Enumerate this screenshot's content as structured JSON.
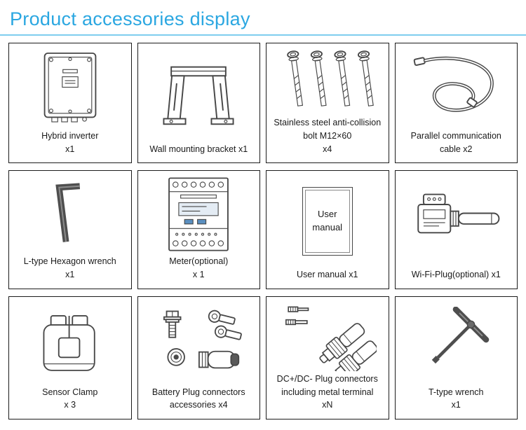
{
  "page": {
    "title": "Product accessories display"
  },
  "colors": {
    "accent": "#2ba7e1",
    "underline": "#7fcdee",
    "line_art": "#474747",
    "cell_border": "#1c1c1c"
  },
  "cells": [
    {
      "icon": "hybrid-inverter-icon",
      "label": "Hybrid inverter\nx1"
    },
    {
      "icon": "wall-mounting-bracket-icon",
      "label": "Wall mounting bracket x1"
    },
    {
      "icon": "anchor-bolts-icon",
      "label": "Stainless steel anti-collision\nbolt M12×60\nx4"
    },
    {
      "icon": "communication-cable-icon",
      "label": "Parallel communication\ncable x2"
    },
    {
      "icon": "l-hexagon-wrench-icon",
      "label": "L-type Hexagon wrench\nx1"
    },
    {
      "icon": "energy-meter-icon",
      "label": "Meter(optional)\nx 1"
    },
    {
      "icon": "user-manual-icon",
      "label": "User manual x1",
      "booklet_text": "User\nmanual"
    },
    {
      "icon": "wifi-plug-icon",
      "label": "Wi-Fi-Plug(optional) x1"
    },
    {
      "icon": "sensor-clamp-icon",
      "label": "Sensor Clamp\nx 3"
    },
    {
      "icon": "battery-plug-accessories-icon",
      "label": "Battery Plug connectors\naccessories  x4"
    },
    {
      "icon": "dc-plug-connectors-icon",
      "label": "DC+/DC- Plug connectors\nincluding metal terminal\nxN"
    },
    {
      "icon": "t-type-wrench-icon",
      "label": "T-type  wrench\nx1"
    }
  ]
}
